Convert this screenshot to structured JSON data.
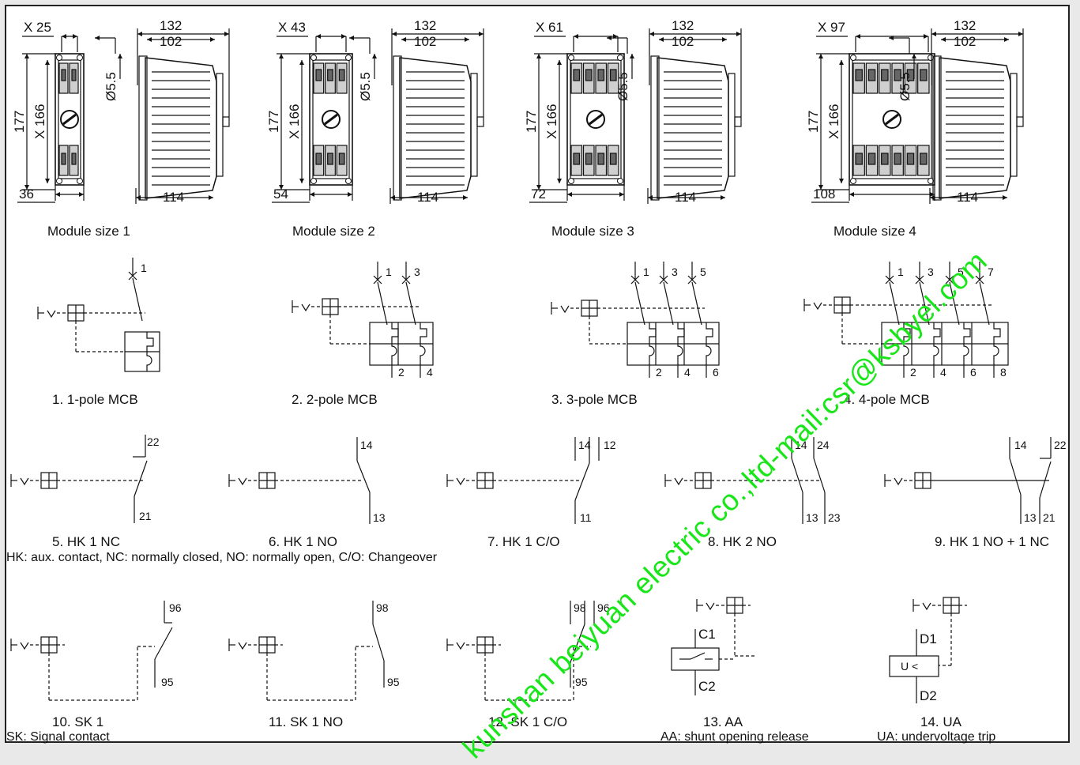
{
  "modules": [
    {
      "caption": "Module size 1",
      "x_top": "X 25",
      "x_side": "X 166",
      "h": "177",
      "bottom": "36",
      "hole": "Ø5.5",
      "d132": "132",
      "d102": "102",
      "d114": "114"
    },
    {
      "caption": "Module size 2",
      "x_top": "X 43",
      "x_side": "X 166",
      "h": "177",
      "bottom": "54",
      "hole": "Ø5.5",
      "d132": "132",
      "d102": "102",
      "d114": "114"
    },
    {
      "caption": "Module size 3",
      "x_top": "X 61",
      "x_side": "X 166",
      "h": "177",
      "bottom": "72",
      "hole": "Ø5.5",
      "d132": "132",
      "d102": "102",
      "d114": "114"
    },
    {
      "caption": "Module size 4",
      "x_top": "X 97",
      "x_side": "X 166",
      "h": "177",
      "bottom": "108",
      "hole": "Ø5.5",
      "d132": "132",
      "d102": "102",
      "d114": "114"
    }
  ],
  "mcb": [
    {
      "caption": "1. 1-pole MCB",
      "top": [
        "1"
      ],
      "bottom": []
    },
    {
      "caption": "2. 2-pole MCB",
      "top": [
        "1",
        "3"
      ],
      "bottom": [
        "2",
        "4"
      ]
    },
    {
      "caption": "3. 3-pole MCB",
      "top": [
        "1",
        "3",
        "5"
      ],
      "bottom": [
        "2",
        "4",
        "6"
      ]
    },
    {
      "caption": "4. 4-pole MCB",
      "top": [
        "1",
        "3",
        "5",
        "7"
      ],
      "bottom": [
        "2",
        "4",
        "6",
        "8"
      ]
    }
  ],
  "hk": [
    {
      "caption": "5. HK 1  NC",
      "labels": [
        "22",
        "21"
      ]
    },
    {
      "caption": "6. HK 1 NO",
      "labels": [
        "14",
        "13"
      ]
    },
    {
      "caption": "7. HK 1 C/O",
      "labels": [
        "14",
        "12",
        "11"
      ]
    },
    {
      "caption": "8. HK 2 NO",
      "labels": [
        "14",
        "24",
        "13",
        "23"
      ]
    },
    {
      "caption": "9. HK 1 NO + 1 NC",
      "labels": [
        "14",
        "22",
        "13",
        "21"
      ]
    }
  ],
  "hk_note": "HK: aux. contact,  NC: normally closed, NO: normally open, C/O: Changeover",
  "sk": [
    {
      "caption": "10. SK 1",
      "labels": [
        "96",
        "95"
      ]
    },
    {
      "caption": "11. SK 1 NO",
      "labels": [
        "98",
        "95"
      ]
    },
    {
      "caption": "12. SK 1 C/O",
      "labels": [
        "98",
        "96",
        "95"
      ]
    },
    {
      "caption": "13. AA",
      "labels": [
        "C1",
        "C2"
      ]
    },
    {
      "caption": "14. UA",
      "labels": [
        "D1",
        "D2",
        "U <"
      ]
    }
  ],
  "sk_note": "SK: Signal contact",
  "aa_note": "AA: shunt opening release",
  "ua_note": "UA: undervoltage trip",
  "watermark": "kunshan beiyuan electric co.,ltd-mail:csr@ksbyel.com",
  "colors": {
    "watermark": "#19e619",
    "line": "#111111",
    "frame": "#222222"
  }
}
